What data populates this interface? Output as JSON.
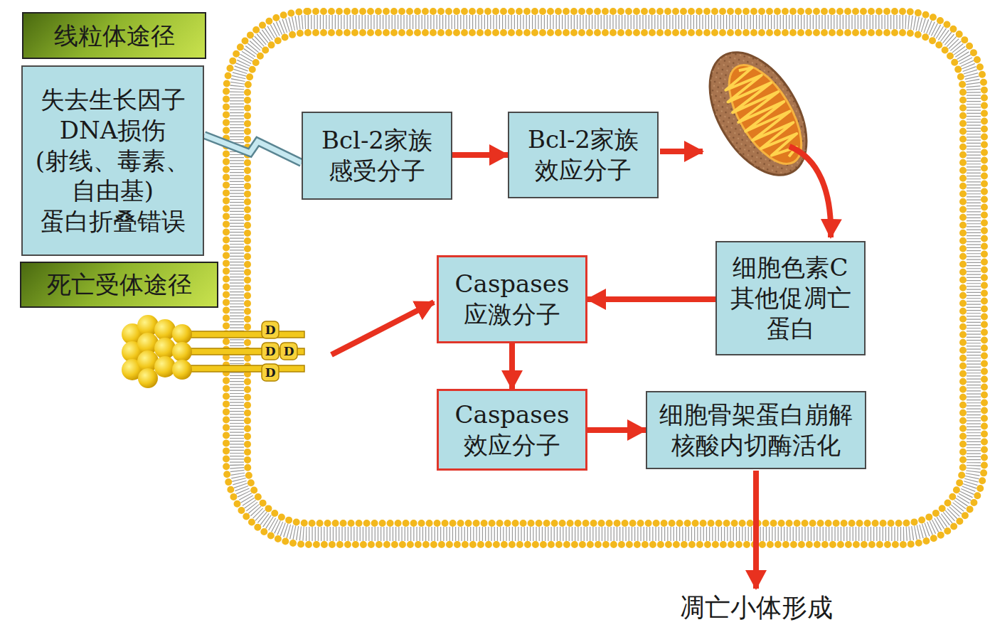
{
  "diagram": {
    "nodes": [
      {
        "text": [
          "线粒体途径"
        ]
      },
      {
        "text": [
          "失去生长因子 DNA损伤 (射线、毒素、 自由基) 蛋白折叠错误"
        ]
      },
      {
        "text": [
          "Bcl-2家族 感受分子"
        ]
      },
      {
        "text": [
          "Bcl-2家族 效应分子"
        ]
      },
      {
        "text": [
          "细胞色素C 其他促凋亡 蛋白"
        ]
      },
      {
        "text": [
          "死亡受体途径"
        ]
      },
      {
        "text": [
          "Caspases 应激分子"
        ]
      },
      {
        "text": [
          "Caspases 效应分子"
        ]
      },
      {
        "text": [
          "细胞骨架蛋白崩解 核酸内切酶活化"
        ]
      }
    ],
    "edges": [
      {
        "from": 1,
        "to": 2,
        "arrow": "none"
      },
      {
        "from": 2,
        "to": 3,
        "arrow": "to"
      },
      {
        "from": 4,
        "to": 6,
        "arrow": "to"
      },
      {
        "from": 6,
        "to": 7,
        "arrow": "to"
      },
      {
        "from": 7,
        "to": 8,
        "arrow": "to"
      }
    ],
    "labels": [
      "D",
      "D",
      "D",
      "D",
      "凋亡小体形成"
    ]
  }
}
